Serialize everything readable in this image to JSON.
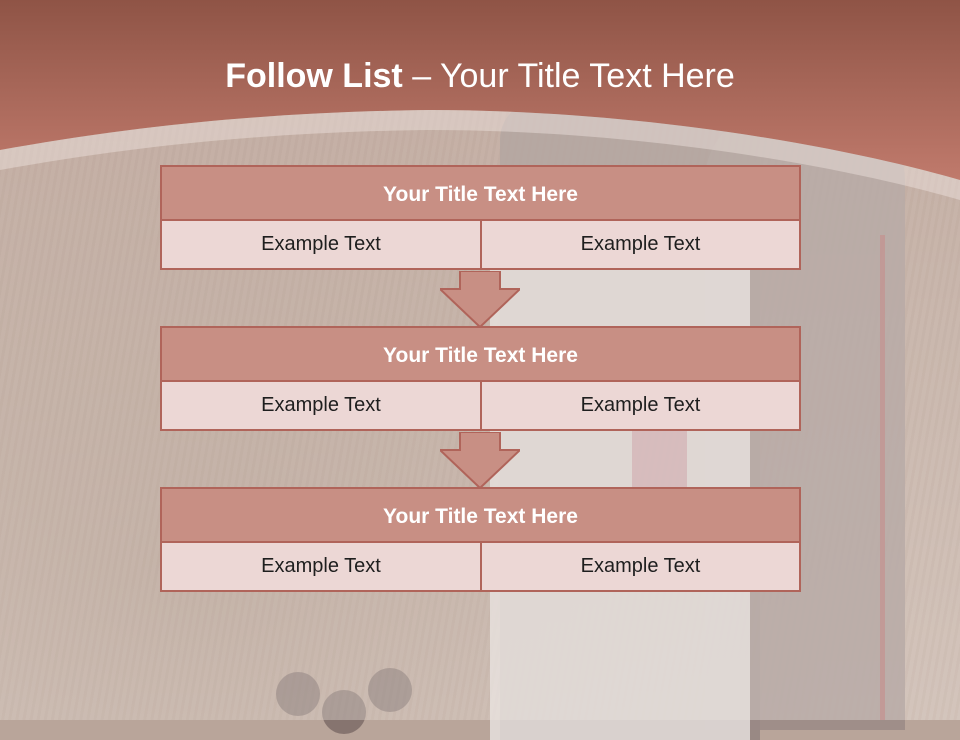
{
  "slide": {
    "title_bold": "Follow List",
    "title_rest": " – Your Title Text Here"
  },
  "colors": {
    "header": "#b86c5f",
    "block_title_fill": "#c88f84",
    "block_border": "#b0645a",
    "cell_fill": "#ecd7d5",
    "arrow_fill": "#c88f84"
  },
  "steps": [
    {
      "title": "Your Title Text Here",
      "left": "Example Text",
      "right": "Example Text"
    },
    {
      "title": "Your Title Text Here",
      "left": "Example Text",
      "right": "Example Text"
    },
    {
      "title": "Your Title Text Here",
      "left": "Example Text",
      "right": "Example Text"
    }
  ]
}
